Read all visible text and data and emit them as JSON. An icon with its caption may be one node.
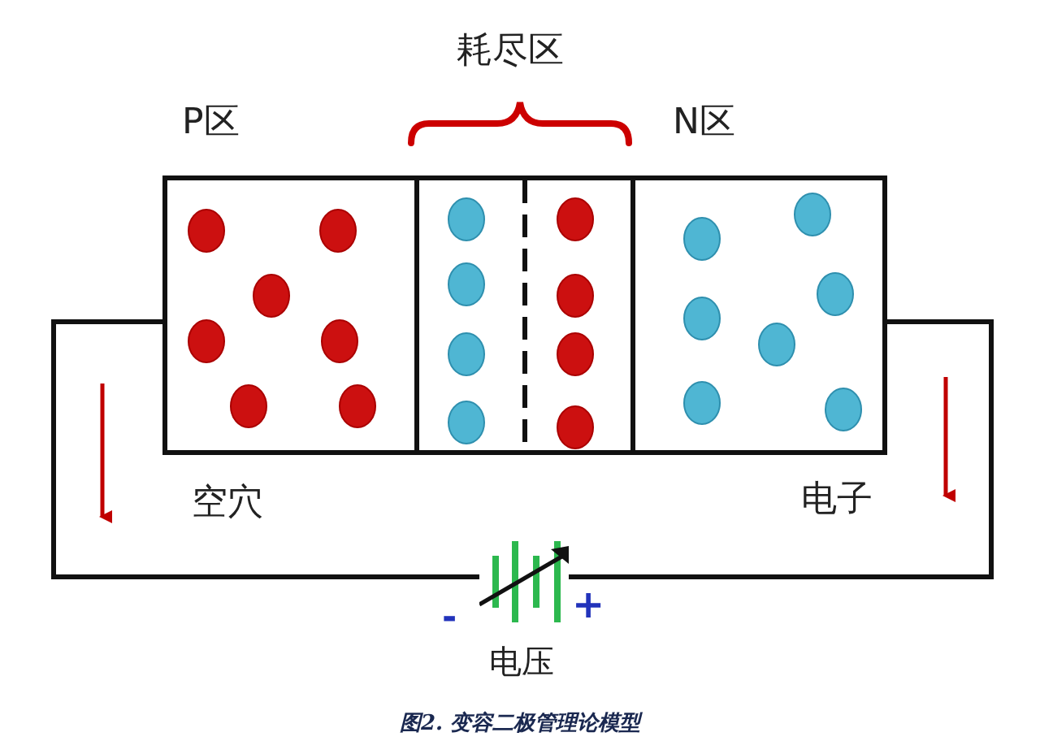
{
  "diagram": {
    "caption": "图2. 变容二极管理论模型",
    "nodes": [
      {
        "text": [
          "P区"
        ]
      },
      {
        "text": [
          "耗尽区"
        ]
      },
      {
        "text": [
          "N区"
        ]
      },
      {
        "text": [],
        "shape": "battery",
        "beside": [
          "电压"
        ]
      }
    ],
    "edges": [
      {
        "from": 0,
        "to": 3,
        "arrow": "none"
      },
      {
        "from": 2,
        "to": 3,
        "arrow": "none"
      }
    ],
    "labels": [
      "空穴",
      "电子",
      "-",
      "+"
    ]
  }
}
